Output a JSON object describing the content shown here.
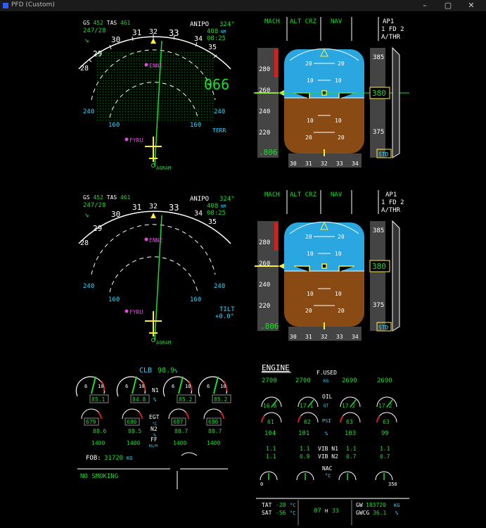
{
  "window": {
    "title": "PFD (Custom)",
    "min": "–",
    "max": "▢",
    "close": "✕"
  },
  "nd_top": {
    "gs_label": "GS",
    "gs": "452",
    "tas_label": "TAS",
    "tas": "461",
    "wind": "247/28",
    "waypoint": "ANIPO",
    "wpt_brg": "324°",
    "wpt_dist": "408",
    "dist_unit": "NM",
    "wpt_time": "08:25",
    "heading": "066",
    "headings": [
      "28",
      "29",
      "30",
      "31",
      "32",
      "33",
      "34",
      "35"
    ],
    "ring_labels": [
      "240",
      "160",
      "240",
      "160"
    ],
    "terr": "TERR",
    "fix1": "ENNE",
    "fix2": "FYRU",
    "fix3": "AGRAM"
  },
  "nd_bottom": {
    "gs_label": "GS",
    "gs": "452",
    "tas_label": "TAS",
    "tas": "461",
    "wind": "247/28",
    "waypoint": "ANIPO",
    "wpt_brg": "324°",
    "wpt_dist": "408",
    "dist_unit": "NM",
    "wpt_time": "08:25",
    "headings": [
      "28",
      "29",
      "30",
      "31",
      "32",
      "33",
      "34",
      "35"
    ],
    "ring_labels": [
      "240",
      "160",
      "240",
      "160"
    ],
    "tilt": "TILT",
    "tilt_val": "+0.0°",
    "fix1": "ENNE",
    "fix2": "FYRU",
    "fix3": "AGRAM"
  },
  "pfd_top": {
    "fma": [
      "MACH",
      "ALT CRZ",
      "NAV"
    ],
    "ap": "AP1",
    "fd": "1 FD 2",
    "athr": "A/THR",
    "speeds": [
      "280",
      "260",
      "240",
      "220"
    ],
    "alts": [
      "385",
      "380",
      "375"
    ],
    "alt_current": "380",
    "pitch": [
      "20",
      "10",
      "10",
      "20"
    ],
    "mach": ".806",
    "baro": "STD",
    "hdg_tape": [
      "30",
      "31",
      "32",
      "33",
      "34"
    ]
  },
  "pfd_bottom": {
    "fma": [
      "MACH",
      "ALT CRZ",
      "NAV"
    ],
    "ap": "AP1",
    "fd": "1 FD 2",
    "athr": "A/THR",
    "speeds": [
      "280",
      "260",
      "240",
      "220"
    ],
    "alts": [
      "385",
      "380",
      "375"
    ],
    "alt_current": "380",
    "pitch": [
      "20",
      "10",
      "10",
      "20"
    ],
    "mach": ".806",
    "baro": "STD",
    "hdg_tape": [
      "30",
      "31",
      "32",
      "33",
      "34"
    ]
  },
  "ewd": {
    "mode": "CLB",
    "mode_val": "98.9",
    "mode_unit": "%",
    "n1_label": "N1",
    "n1_unit": "%",
    "n1": [
      "85.1",
      "84.8",
      "85.2",
      "85.2"
    ],
    "egt_label": "EGT",
    "egt_unit": "°C",
    "egt": [
      "679",
      "680",
      "687",
      "686"
    ],
    "n2_label": "N2",
    "n2_unit": "%",
    "n2": [
      "88.6",
      "88.5",
      "88.7",
      "88.7"
    ],
    "ff_label": "FF",
    "ff_unit": "KG/H",
    "ff": [
      "1400",
      "1400",
      "1400",
      "1400"
    ],
    "fob_label": "FOB:",
    "fob": "31720",
    "fob_unit": "KG",
    "memo": "NO SMOKING",
    "scale_min": "6",
    "scale_max": "10"
  },
  "sd": {
    "title": "ENGINE",
    "fused_label": "F.USED",
    "fused_unit": "KG",
    "fused": [
      "2700",
      "2700",
      "2690",
      "2690"
    ],
    "oil_label": "OIL",
    "qt_unit": "QT",
    "oil_qt": [
      "16.8",
      "17.1",
      "17.2",
      "17.2"
    ],
    "psi_unit": "PSI",
    "oil_psi": [
      "61",
      "62",
      "63",
      "63"
    ],
    "oil_temp": [
      "104",
      "101",
      "103",
      "99"
    ],
    "pct": "%",
    "vib_n1_label": "VIB N1",
    "vib_n1": [
      "1.1",
      "1.1",
      "1.1",
      "1.1"
    ],
    "vib_n2_label": "VIB N2",
    "vib_n2": [
      "1.1",
      "0.9",
      "0.7",
      "0.7"
    ],
    "nac_label": "NAC",
    "nac_unit": "°C",
    "nac_min": "0",
    "nac_max": "350",
    "tat_label": "TAT",
    "tat": "-28",
    "sat_label": "SAT",
    "sat": "-56",
    "temp_unit": "°C",
    "time_h": "07",
    "time_h_label": "H",
    "time_m": "33",
    "gw_label": "GW",
    "gw": "183720",
    "gw_unit": "KG",
    "gwcg_label": "GWCG",
    "gwcg": "36.1",
    "gwcg_unit": "%"
  },
  "colors": {
    "green": "#1cdc2c",
    "cyan": "#2fd8ff",
    "magenta": "#e04be0",
    "amber": "#ffb020",
    "sky": "#2aa7e0",
    "ground": "#8a4a14"
  }
}
